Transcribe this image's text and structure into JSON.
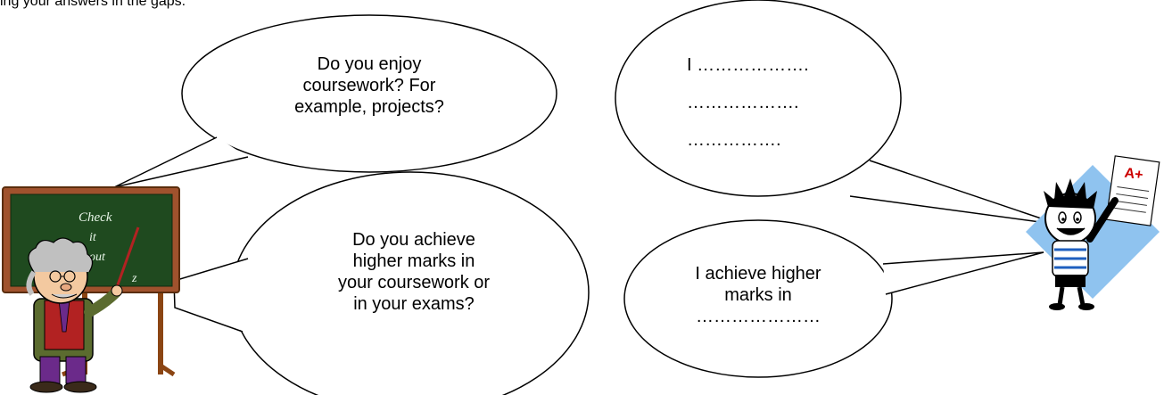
{
  "header_text": "ing your answers in the gaps:",
  "bubbles": {
    "teacher_q1": {
      "lines": [
        "Do you enjoy",
        "coursework?  For",
        "example, projects?"
      ]
    },
    "teacher_q2": {
      "lines": [
        "Do you achieve",
        "higher marks in",
        "your coursework or",
        "in your exams?"
      ]
    },
    "student_a1": {
      "lines": [
        "I ……………….",
        "……………….",
        "……………."
      ]
    },
    "student_a2": {
      "lines": [
        "I achieve higher",
        "marks in",
        "…………………"
      ]
    }
  },
  "illustrations": {
    "teacher": {
      "icon": "teacher-at-chalkboard-icon",
      "chalkboard_text": [
        "Check",
        "it",
        "out",
        "z"
      ]
    },
    "student": {
      "icon": "student-with-test-paper-icon",
      "grade": "A+"
    }
  },
  "colors": {
    "chalkboard": "#1f4a1f",
    "chalkboard_frame": "#a0522d",
    "student_backdrop": "#8fc3ef"
  }
}
